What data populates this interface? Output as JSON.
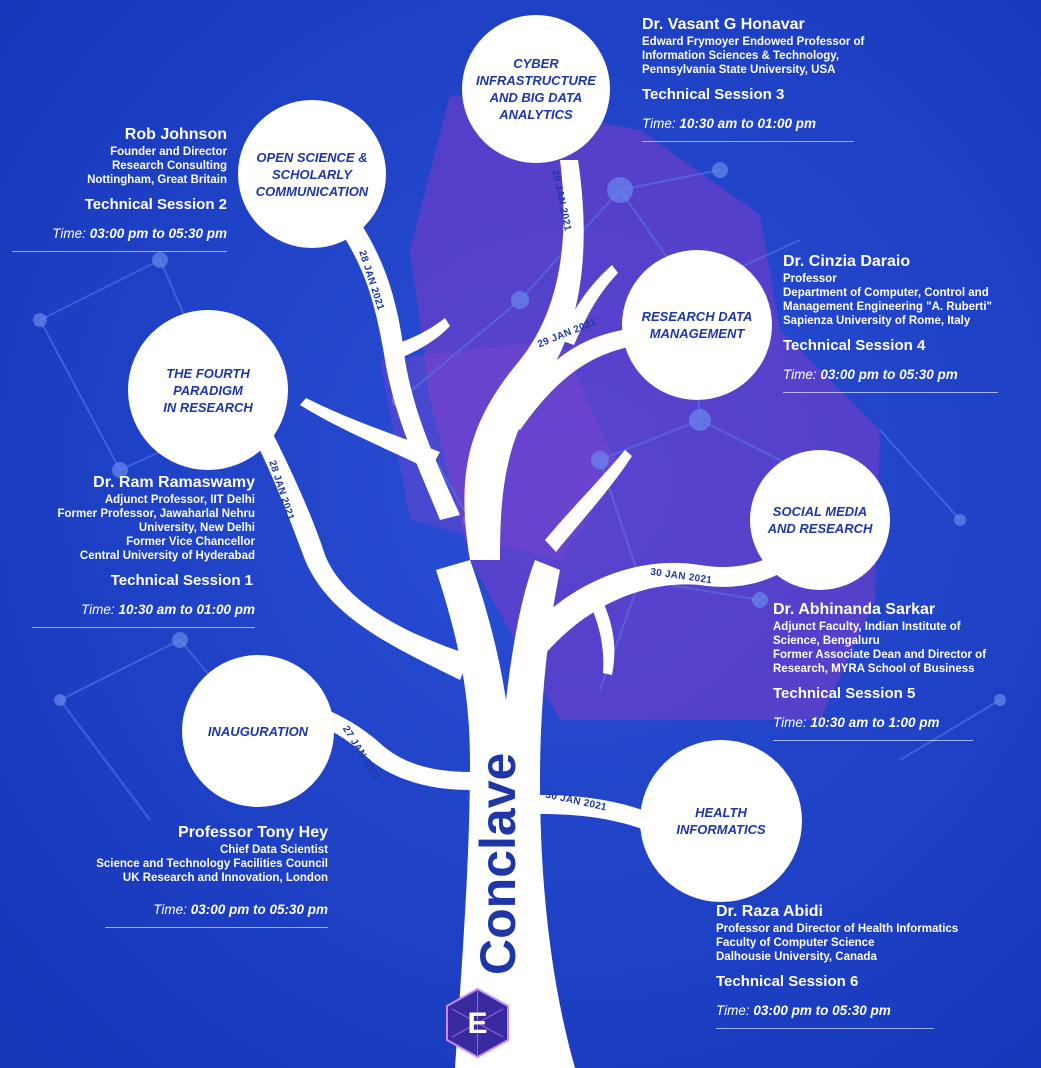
{
  "colors": {
    "background": "#1b3fc4",
    "accent_purple": "#7e3cc9",
    "tree": "#ffffff",
    "circle_text": "#1f36a8"
  },
  "trunk_title": "Conclave",
  "logo_icon": "e-hexagon-logo-icon",
  "sessions": [
    {
      "topic": "CYBER\nINFRASTRUCTURE\nAND BIG DATA\nANALYTICS",
      "date": "29 JAN 2021",
      "speaker": "Dr. Vasant G Honavar",
      "lines": [
        "Edward Frymoyer Endowed Professor of",
        "Information Sciences & Technology,",
        "Pennsylvania State University, USA"
      ],
      "session": "Technical Session 3",
      "time_label": "Time:",
      "time_value": "10:30 am to 01:00 pm"
    },
    {
      "topic": "OPEN SCIENCE &\nSCHOLARLY\nCOMMUNICATION",
      "date": "28 JAN 2021",
      "speaker": "Rob Johnson",
      "lines": [
        "Founder and Director",
        "Research Consulting",
        "Nottingham, Great Britain"
      ],
      "session": "Technical Session 2",
      "time_label": "Time:",
      "time_value": "03:00 pm to 05:30 pm"
    },
    {
      "topic": "RESEARCH DATA\nMANAGEMENT",
      "date": "29 JAN 2021",
      "speaker": "Dr. Cinzia Daraio",
      "lines": [
        "Professor",
        "Department of Computer, Control and",
        "Management Engineering \"A. Ruberti\"",
        "Sapienza University of Rome, Italy"
      ],
      "session": "Technical Session 4",
      "time_label": "Time:",
      "time_value": "03:00 pm to 05:30 pm"
    },
    {
      "topic": "THE FOURTH\nPARADIGM\nIN RESEARCH",
      "date": "28 JAN 2021",
      "speaker": "Dr. Ram Ramaswamy",
      "lines": [
        "Adjunct Professor, IIT Delhi",
        "Former Professor, Jawaharlal Nehru",
        "University, New Delhi",
        "Former Vice Chancellor",
        "Central University of Hyderabad"
      ],
      "session": "Technical Session 1",
      "time_label": "Time:",
      "time_value": "10:30 am to 01:00 pm"
    },
    {
      "topic": "SOCIAL MEDIA\nAND RESEARCH",
      "date": "30 JAN 2021",
      "speaker": "Dr. Abhinanda Sarkar",
      "lines": [
        "Adjunct Faculty, Indian Institute of",
        "Science, Bengaluru",
        "Former Associate Dean and Director of",
        "Research, MYRA School of Business"
      ],
      "session": "Technical Session 5",
      "time_label": "Time:",
      "time_value": "10:30 am to 1:00 pm"
    },
    {
      "topic": "INAUGURATION",
      "date": "27 JAN 2021",
      "speaker": "Professor Tony Hey",
      "lines": [
        "Chief Data Scientist",
        "Science and Technology Facilities Council",
        "UK Research and Innovation, London"
      ],
      "session": "",
      "time_label": "Time:",
      "time_value": "03:00 pm to 05:30 pm"
    },
    {
      "topic": "HEALTH\nINFORMATICS",
      "date": "30 JAN 2021",
      "speaker": "Dr. Raza Abidi",
      "lines": [
        "Professor and Director of Health Informatics",
        "Faculty of Computer Science",
        "Dalhousie University, Canada"
      ],
      "session": "Technical Session 6",
      "time_label": "Time:",
      "time_value": "03:00 pm to 05:30 pm"
    }
  ]
}
